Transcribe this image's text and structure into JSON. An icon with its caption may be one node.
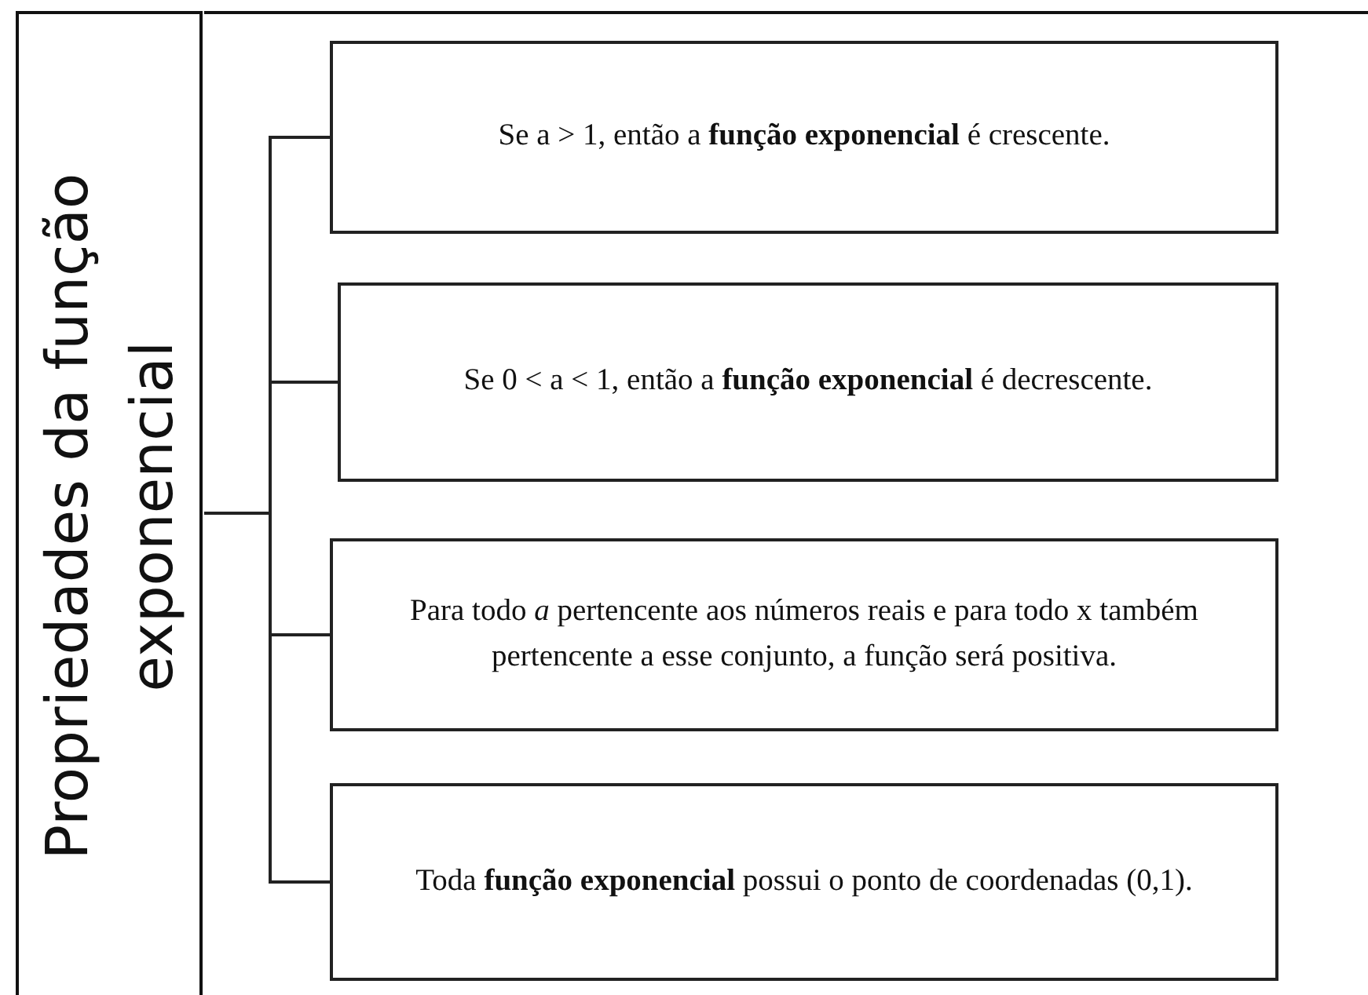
{
  "diagram": {
    "nodes": [
      {
        "text": [
          "Propriedades da função exponencial"
        ]
      },
      {
        "text": [
          "Se a > 1, então a **função exponencial** é crescente."
        ]
      },
      {
        "text": [
          "Se 0 < a < 1, então a **função exponencial** é decrescente."
        ]
      },
      {
        "text": [
          "Para todo *a* pertencente aos números reais e para todo x também pertencente a esse conjunto, a função será positiva."
        ]
      },
      {
        "text": [
          "Toda **função exponencial** possui o ponto de coordenadas (0,1)."
        ]
      }
    ],
    "edges": [
      {
        "from": 0,
        "to": 1,
        "arrow": "none"
      },
      {
        "from": 0,
        "to": 2,
        "arrow": "none"
      },
      {
        "from": 0,
        "to": 3,
        "arrow": "none"
      },
      {
        "from": 0,
        "to": 4,
        "arrow": "none"
      }
    ]
  }
}
